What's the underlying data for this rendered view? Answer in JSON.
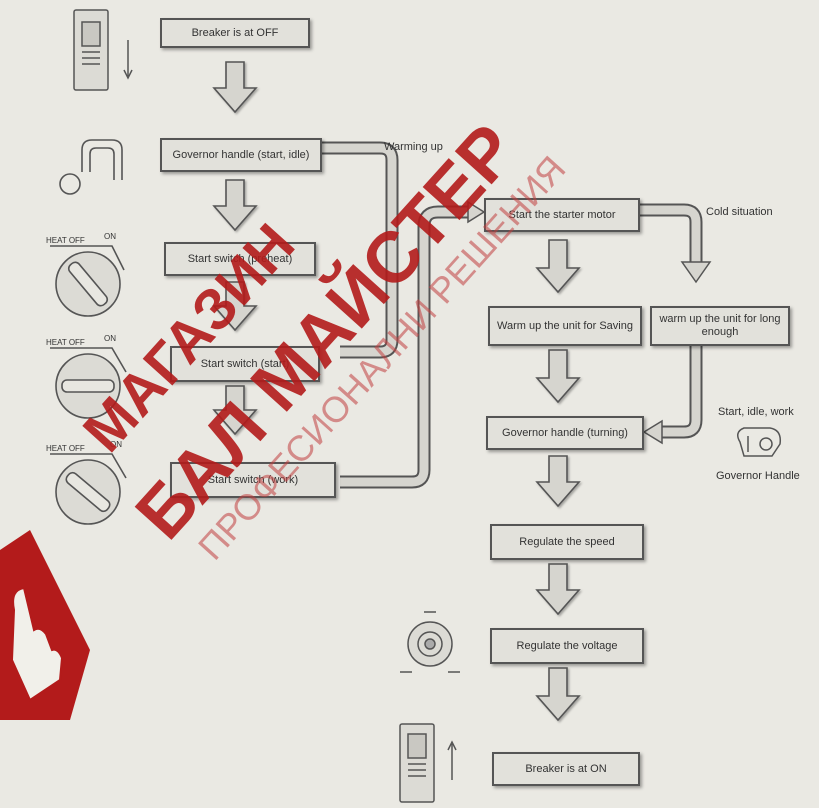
{
  "steps": {
    "breaker_off": "Breaker is at OFF",
    "governor_start_idle": "Governor handle (start, idle)",
    "start_switch_preheat": "Start switch (preheat)",
    "start_switch_start": "Start switch (start)",
    "start_switch_work": "Start switch (work)",
    "start_starter_motor": "Start the starter motor",
    "warm_up_for_saving": "Warm up the unit for Saving",
    "warm_up_long_enough": "warm up the unit for long enough",
    "governor_turning": "Governor handle (turning)",
    "regulate_speed": "Regulate the speed",
    "regulate_voltage": "Regulate the voltage",
    "breaker_on": "Breaker is at ON"
  },
  "labels": {
    "warming_up": "Warming up",
    "cold_situation": "Cold situation",
    "start_idle_work": "Start, idle, work",
    "governor_handle": "Governor Handle"
  },
  "switch_labels": {
    "preheat_dial": [
      "HEAT OFF",
      "ON"
    ],
    "start_dial": [
      "HEAT OFF",
      "ON"
    ],
    "work_dial": [
      "HEAT OFF",
      "ON"
    ]
  },
  "watermark": {
    "line1": "МАГАЗИН",
    "line2": "БАЛ МАЙСТЕР",
    "line3": "ПРОФЕСИОНАЛНИ РЕШЕНИЯ",
    "color": "#b31b1b"
  },
  "colors": {
    "background": "#eae9e3",
    "box_border": "#555555",
    "arrow_fill": "#d6d5cf",
    "line": "#555555"
  }
}
